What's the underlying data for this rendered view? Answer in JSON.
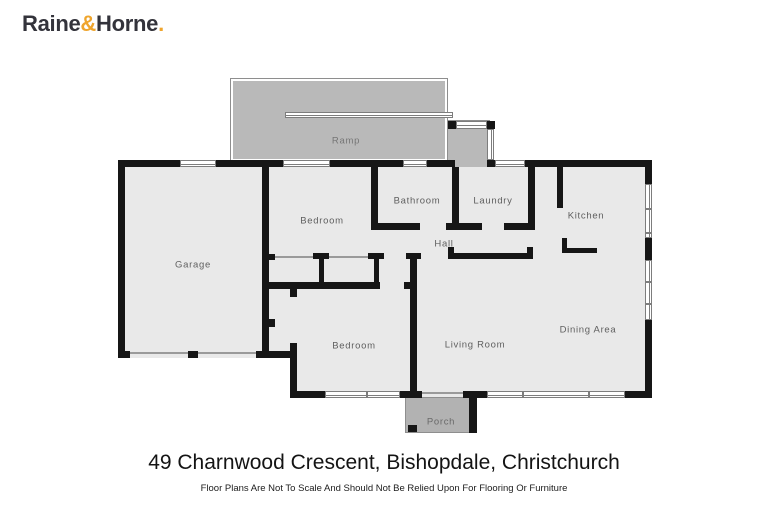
{
  "logo": {
    "part1": "Raine",
    "amp": "&",
    "part2": "Horne",
    "dot": ".",
    "brand_dark": "#33333b",
    "brand_gold": "#efa52d"
  },
  "floorplan": {
    "rooms": {
      "ramp": "Ramp",
      "garage": "Garage",
      "bedroom_top": "Bedroom",
      "bathroom": "Bathroom",
      "laundry": "Laundry",
      "kitchen": "Kitchen",
      "hall": "Hall",
      "bedroom_bottom": "Bedroom",
      "living_room": "Living Room",
      "dining_area": "Dining Area",
      "porch": "Porch"
    },
    "colors": {
      "wall": "#161616",
      "interior_floor": "#e9e9e9",
      "ramp_fill": "#b9b9b9",
      "porch_fill": "#b2b2b2",
      "window": "#ffffff",
      "label_text": "#5f5f5f"
    }
  },
  "footer": {
    "address": "49 Charnwood Crescent, Bishopdale, Christchurch",
    "disclaimer": "Floor Plans Are Not To Scale And Should Not Be Relied Upon For Flooring Or Furniture"
  }
}
